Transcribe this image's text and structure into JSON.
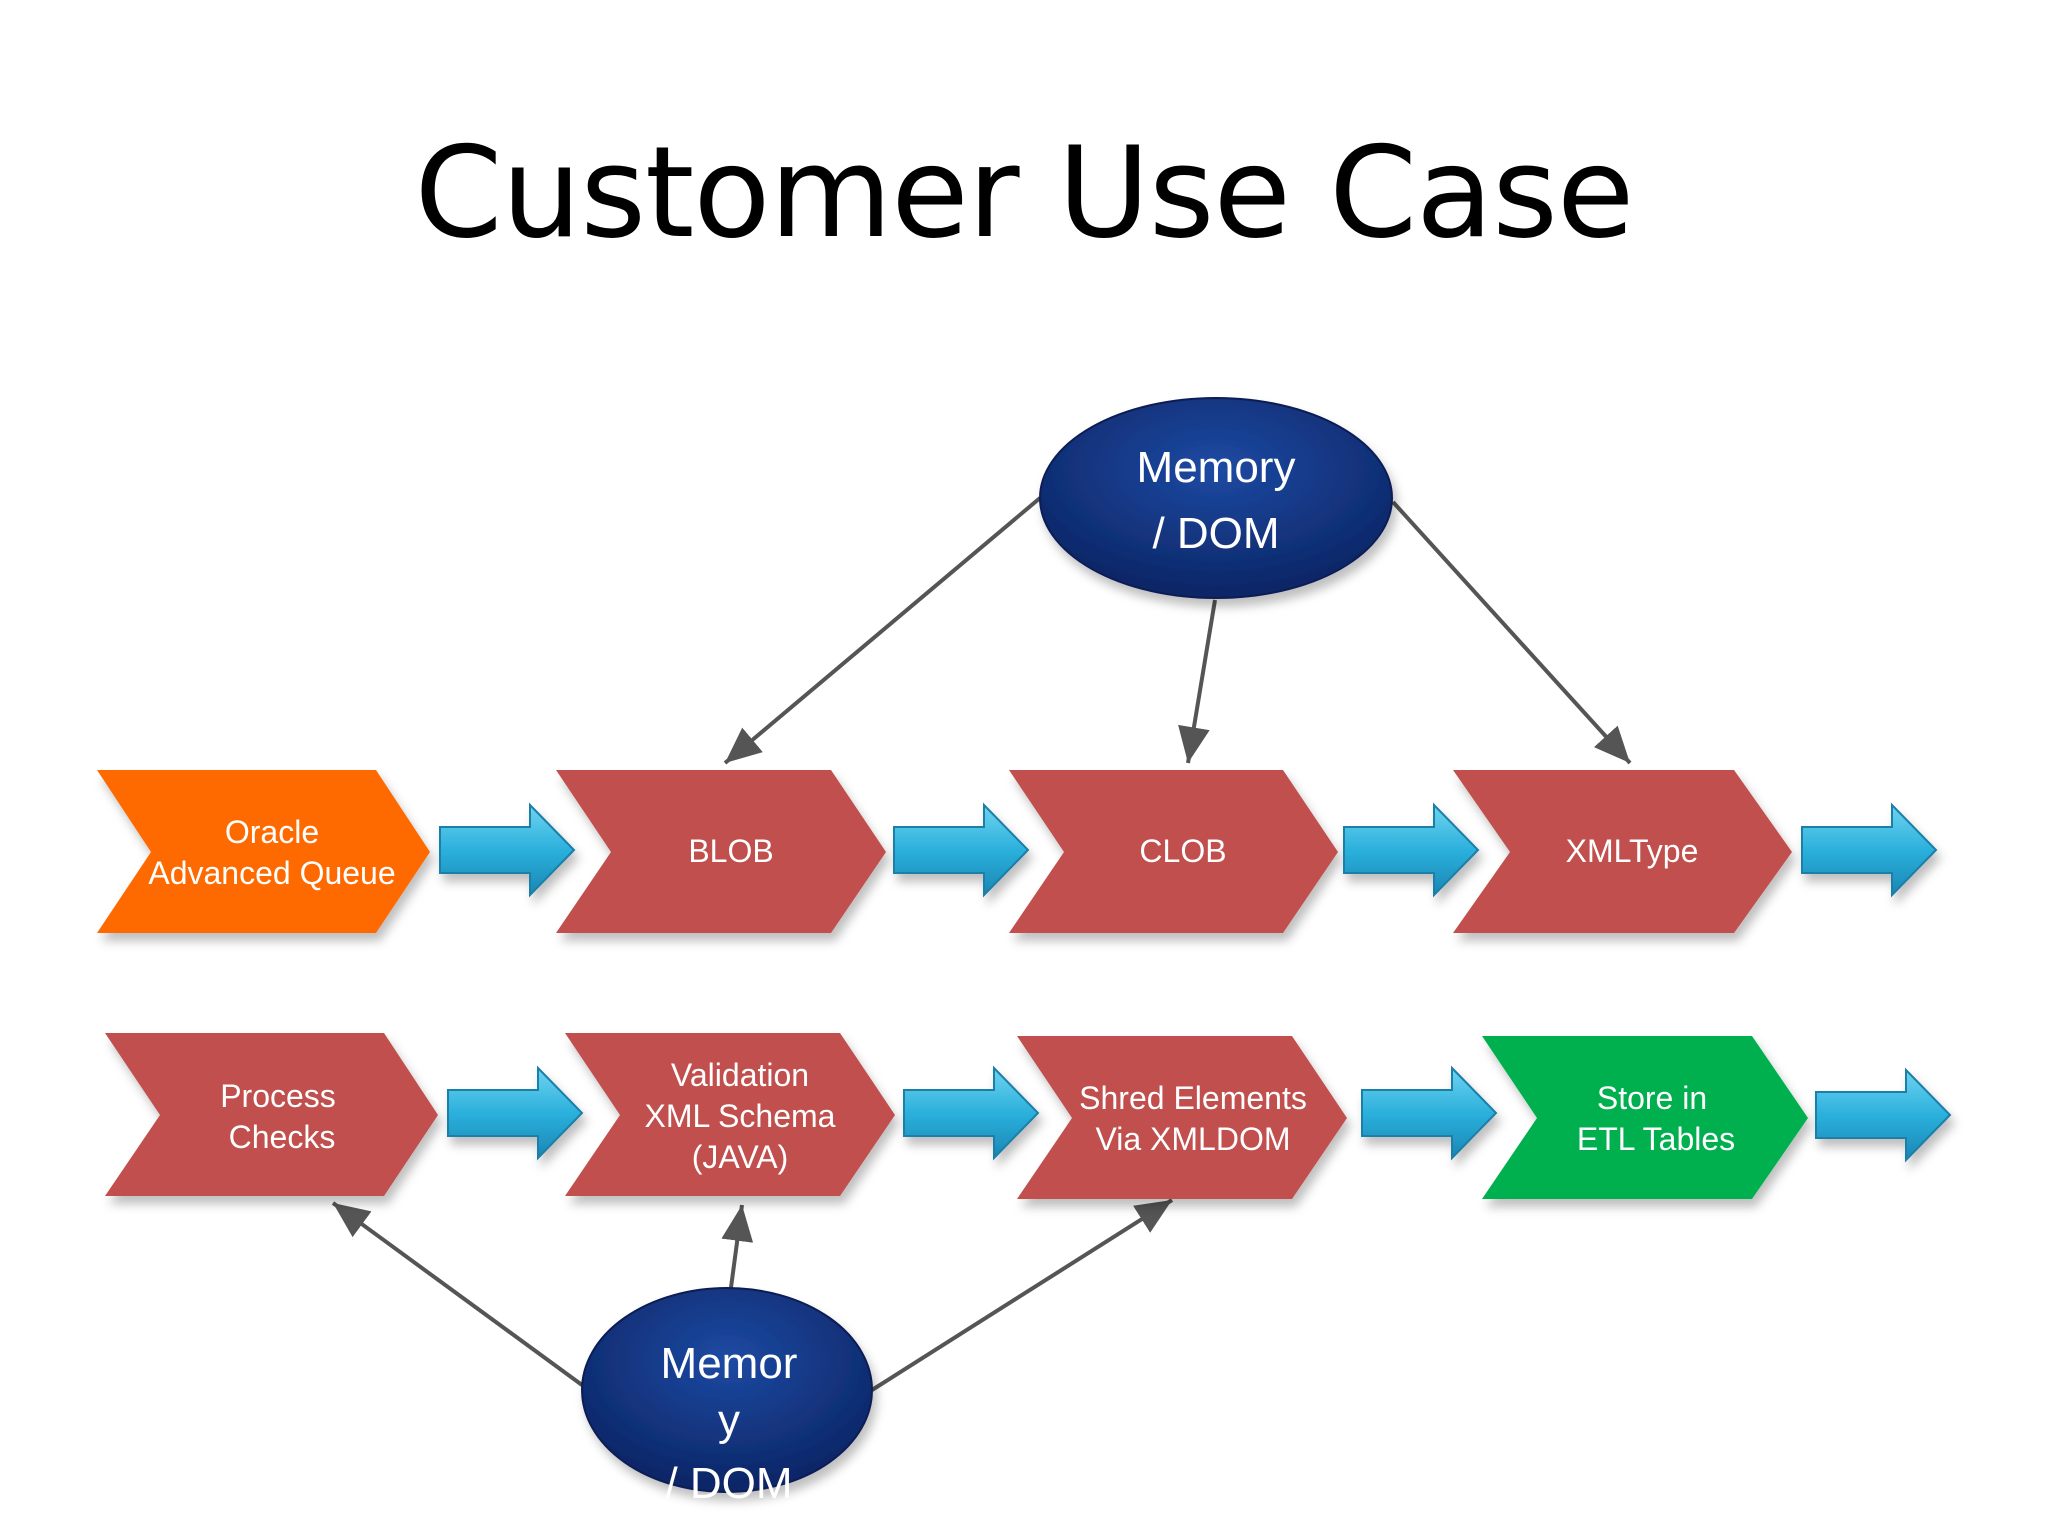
{
  "title": "Customer Use Case",
  "colors": {
    "orange": "#FF6A00",
    "red": "#C0504D",
    "green": "#00B050",
    "navy": "#0D2B6E",
    "arrow_cyan": "#2BB7E0",
    "connector": "#555555"
  },
  "memory_top": {
    "line1": "Memory",
    "line2": "/ DOM"
  },
  "memory_bottom": {
    "line1": "Memor",
    "line2": "y",
    "line3": "/ DOM"
  },
  "row1": [
    {
      "lines": [
        "Oracle",
        "Advanced Queue"
      ]
    },
    {
      "lines": [
        "BLOB"
      ]
    },
    {
      "lines": [
        "CLOB"
      ]
    },
    {
      "lines": [
        "XMLType"
      ]
    }
  ],
  "row2": [
    {
      "lines": [
        "Process",
        "Checks"
      ]
    },
    {
      "lines": [
        "Validation",
        "XML Schema",
        "(JAVA)"
      ]
    },
    {
      "lines": [
        "Shred Elements",
        "Via XMLDOM"
      ]
    },
    {
      "lines": [
        "Store in",
        "ETL Tables"
      ]
    }
  ]
}
